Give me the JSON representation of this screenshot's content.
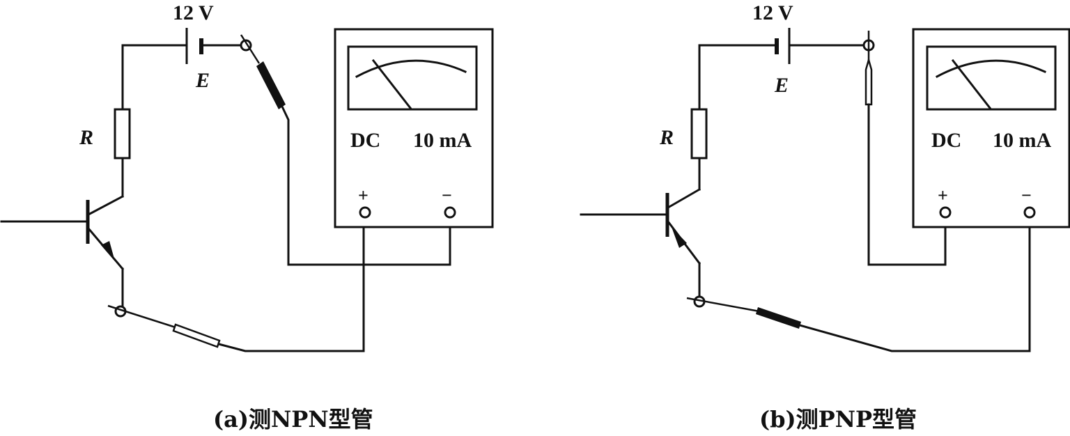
{
  "panel_a": {
    "battery_voltage": "12 V",
    "battery_label": "E",
    "resistor_label": "R",
    "meter_mode": "DC",
    "meter_range": "10 mA",
    "plus_terminal": "+",
    "minus_terminal": "−",
    "caption": "(a)测NPN型管"
  },
  "panel_b": {
    "battery_voltage": "12 V",
    "battery_label": "E",
    "resistor_label": "R",
    "meter_mode": "DC",
    "meter_range": "10 mA",
    "plus_terminal": "+",
    "minus_terminal": "−",
    "caption": "(b)测PNP型管"
  }
}
